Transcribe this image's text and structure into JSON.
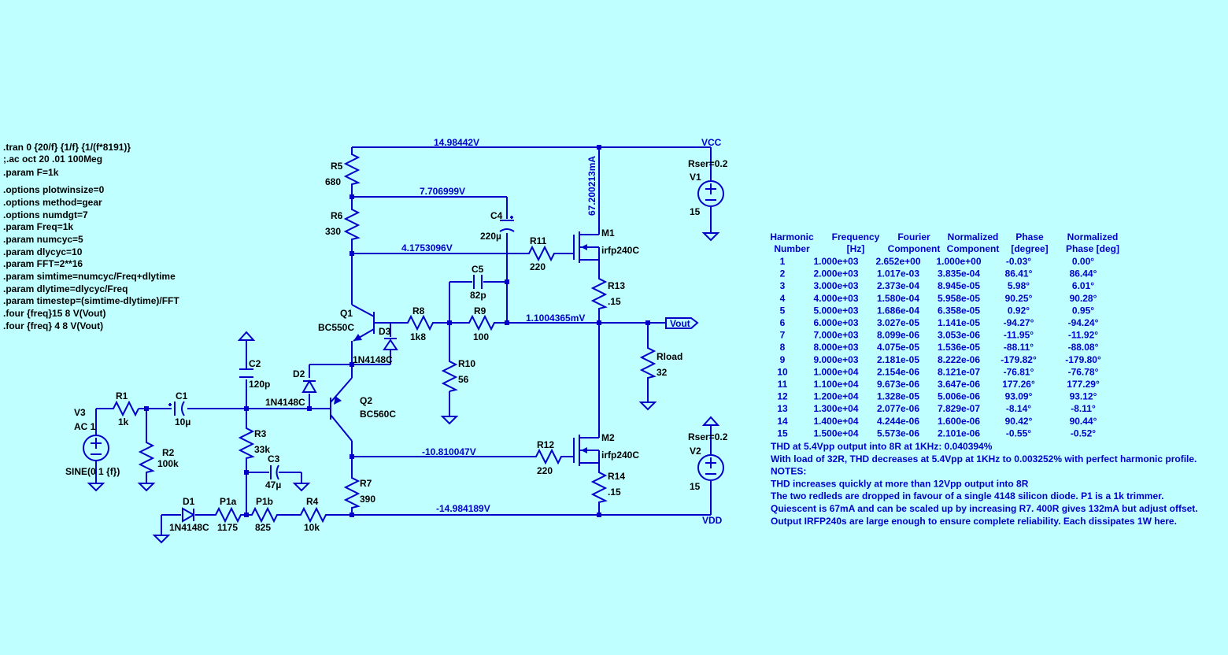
{
  "colors": {
    "background": "#bfffff",
    "wire": "#0000c8",
    "text": "#000000",
    "node_voltage": "#0000c8"
  },
  "directives": [
    ".tran 0 {20/f} {1/f} {1/(f*8191)}",
    ";.ac oct 20 .01 100Meg",
    ".param F=1k",
    ".options plotwinsize=0",
    ".options method=gear",
    ".options numdgt=7",
    ".param Freq=1k",
    ".param numcyc=5",
    ".param dlycyc=10",
    ".param FFT=2**16",
    ".param simtime=numcyc/Freq+dlytime",
    ".param dlytime=dlycyc/Freq",
    ".param timestep=(simtime-dlytime)/FFT",
    ".four {freq}15 8 V(Vout)",
    ".four {freq} 4 8 V(Vout)"
  ],
  "components": {
    "R5": {
      "name": "R5",
      "value": "680"
    },
    "R6": {
      "name": "R6",
      "value": "330"
    },
    "C4": {
      "name": "C4",
      "value": "220µ"
    },
    "R11": {
      "name": "R11",
      "value": "220"
    },
    "M1": {
      "name": "M1",
      "value": "irfp240C"
    },
    "R13": {
      "name": "R13",
      "value": ".15"
    },
    "C5": {
      "name": "C5",
      "value": "82p"
    },
    "R9": {
      "name": "R9",
      "value": "100"
    },
    "R8": {
      "name": "R8",
      "value": "1k8"
    },
    "Q1": {
      "name": "Q1",
      "value": "BC550C"
    },
    "D3": {
      "name": "D3",
      "value": "1N4148C"
    },
    "R10": {
      "name": "R10",
      "value": "56"
    },
    "Rload": {
      "name": "Rload",
      "value": "32"
    },
    "V1": {
      "name": "V1",
      "value": "15",
      "rser": "Rser=0.2"
    },
    "V2": {
      "name": "V2",
      "value": "15",
      "rser": "Rser=0.2"
    },
    "C2": {
      "name": "C2",
      "value": "120p"
    },
    "D2": {
      "name": "D2",
      "value": "1N4148C"
    },
    "Q2": {
      "name": "Q2",
      "value": "BC560C"
    },
    "R1": {
      "name": "R1",
      "value": "1k"
    },
    "C1": {
      "name": "C1",
      "value": "10µ"
    },
    "V3": {
      "name": "V3",
      "value": "AC 1",
      "source": "SINE(0 1 {f})"
    },
    "R2": {
      "name": "R2",
      "value": "100k"
    },
    "R3": {
      "name": "R3",
      "value": "33k"
    },
    "C3": {
      "name": "C3",
      "value": "47µ"
    },
    "R7": {
      "name": "R7",
      "value": "390"
    },
    "R12": {
      "name": "R12",
      "value": "220"
    },
    "M2": {
      "name": "M2",
      "value": "irfp240C"
    },
    "R14": {
      "name": "R14",
      "value": ".15"
    },
    "D1": {
      "name": "D1",
      "value": "1N4148C"
    },
    "P1a": {
      "name": "P1a",
      "value": "1175"
    },
    "P1b": {
      "name": "P1b",
      "value": "825"
    },
    "R4": {
      "name": "R4",
      "value": "10k"
    }
  },
  "node_voltages": {
    "vcc_rail": "14.98442V",
    "r5_r6": "7.706999V",
    "r6_q1": "4.1753096V",
    "m1_current": "67.200213mA",
    "vout": "1.1004365mV",
    "m2_gate": "-10.810047V",
    "vdd_rail": "-14.984189V"
  },
  "nets": {
    "vcc": "VCC",
    "vdd": "VDD",
    "vout": "Vout"
  },
  "fourier": {
    "headers": {
      "row1": [
        "Harmonic",
        "Frequency",
        "Fourier",
        "Normalized",
        "Phase",
        "Normalized"
      ],
      "row2": [
        "Number",
        "[Hz]",
        "Component",
        "Component",
        "[degree]",
        "Phase [deg]"
      ]
    },
    "rows": [
      [
        "1",
        "1.000e+03",
        "2.652e+00",
        "1.000e+00",
        "-0.03°",
        "0.00°"
      ],
      [
        "2",
        "2.000e+03",
        "1.017e-03",
        "3.835e-04",
        "86.41°",
        "86.44°"
      ],
      [
        "3",
        "3.000e+03",
        "2.373e-04",
        "8.945e-05",
        "5.98°",
        "6.01°"
      ],
      [
        "4",
        "4.000e+03",
        "1.580e-04",
        "5.958e-05",
        "90.25°",
        "90.28°"
      ],
      [
        "5",
        "5.000e+03",
        "1.686e-04",
        "6.358e-05",
        "0.92°",
        "0.95°"
      ],
      [
        "6",
        "6.000e+03",
        "3.027e-05",
        "1.141e-05",
        "-94.27°",
        "-94.24°"
      ],
      [
        "7",
        "7.000e+03",
        "8.099e-06",
        "3.053e-06",
        "-11.95°",
        "-11.92°"
      ],
      [
        "8",
        "8.000e+03",
        "4.075e-05",
        "1.536e-05",
        "-88.11°",
        "-88.08°"
      ],
      [
        "9",
        "9.000e+03",
        "2.181e-05",
        "8.222e-06",
        "-179.82°",
        "-179.80°"
      ],
      [
        "10",
        "1.000e+04",
        "2.154e-06",
        "8.121e-07",
        "-76.81°",
        "-76.78°"
      ],
      [
        "11",
        "1.100e+04",
        "9.673e-06",
        "3.647e-06",
        "177.26°",
        "177.29°"
      ],
      [
        "12",
        "1.200e+04",
        "1.328e-05",
        "5.006e-06",
        "93.09°",
        "93.12°"
      ],
      [
        "13",
        "1.300e+04",
        "2.077e-06",
        "7.829e-07",
        "-8.14°",
        "-8.11°"
      ],
      [
        "14",
        "1.400e+04",
        "4.244e-06",
        "1.600e-06",
        "90.42°",
        "90.44°"
      ],
      [
        "15",
        "1.500e+04",
        "5.573e-06",
        "2.101e-06",
        "-0.55°",
        "-0.52°"
      ]
    ]
  },
  "notes": [
    "THD at 5.4Vpp output into 8R at 1KHz: 0.040394%",
    "With load of 32R, THD decreases at 5.4Vpp at 1KHz to 0.003252% with perfect harmonic profile.",
    "NOTES:",
    "THD increases quickly at more than 12Vpp output into 8R",
    "The two redleds are dropped in favour of a single 4148 silicon diode.  P1 is a 1k trimmer.",
    "Quiescent is 67mA and can be scaled up by increasing R7.  400R gives 132mA but adjust offset.",
    "Output IRFP240s are large enough to ensure complete reliability.  Each dissipates 1W here."
  ]
}
